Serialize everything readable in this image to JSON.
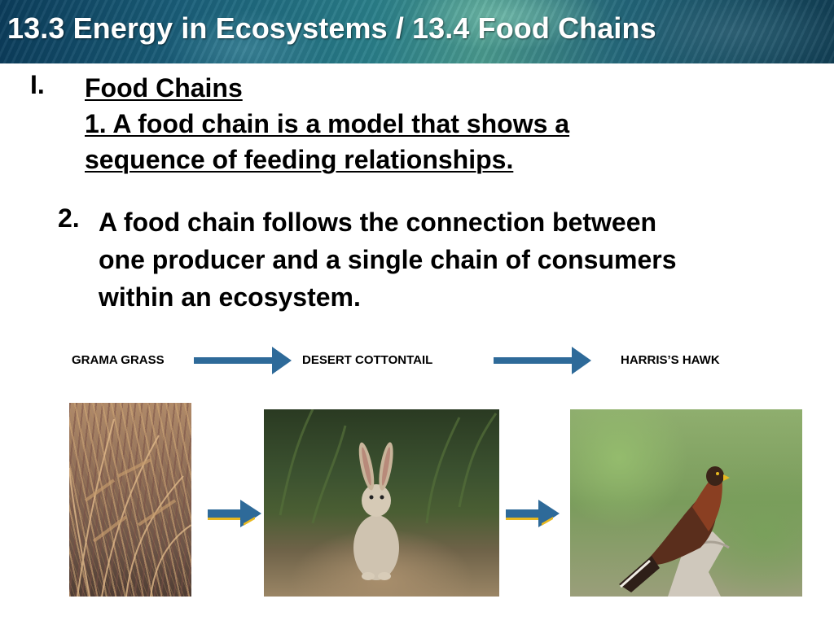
{
  "header": {
    "title": "13.3 Energy in Ecosystems / 13.4 Food Chains"
  },
  "outline": {
    "roman_numeral": "I.",
    "section_title": "Food Chains",
    "point1": "1. A food chain is a model that shows a sequence of feeding relationships.",
    "point1_line1": "1. A food chain is a model that shows a",
    "point1_line2": "sequence of feeding relationships.",
    "point2_number": "2.",
    "point2_line1": "A food chain follows the connection between",
    "point2_line2": "one producer and a single chain of consumers",
    "point2_line3": "within an ecosystem."
  },
  "food_chain": {
    "labels": [
      "GRAMA GRASS",
      "DESERT COTTONTAIL",
      "HARRIS’S HAWK"
    ],
    "arrow_color": "#2e6a99",
    "arrow_highlight": "#e8b820"
  }
}
